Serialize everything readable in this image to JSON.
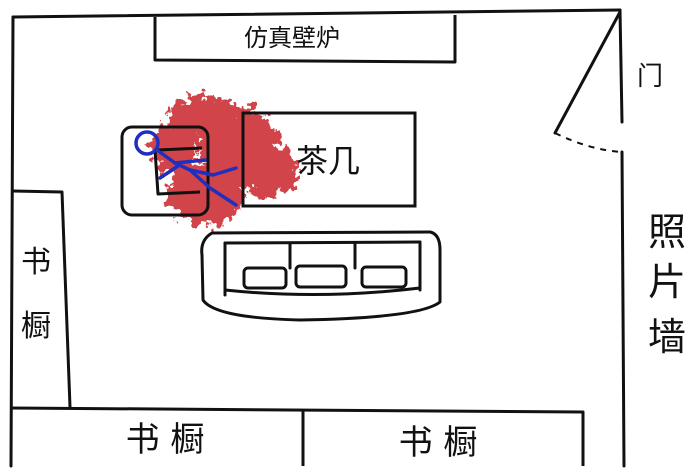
{
  "labels": {
    "fireplace": "仿真壁炉",
    "door": "门",
    "coffee_table": "茶几",
    "bookcase_left": [
      "书",
      "橱"
    ],
    "bookcase_bottom_left": "书 橱",
    "bookcase_bottom_right": "书 橱",
    "photo_wall": [
      "照",
      "片",
      "墙"
    ]
  },
  "colors": {
    "ink": "#111111",
    "blood": "#c81f24",
    "figure": "#1f2fbf",
    "paper": "#ffffff"
  }
}
